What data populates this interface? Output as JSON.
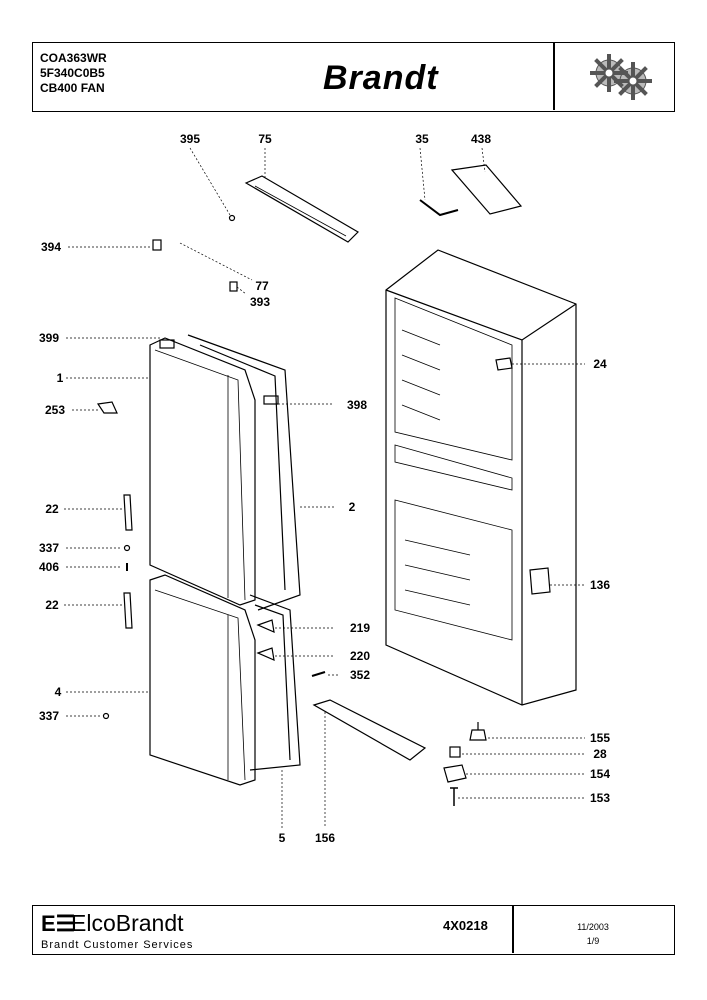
{
  "header": {
    "model_lines": [
      "COA363WR",
      "5F340C0B5",
      "CB400 FAN"
    ],
    "brand": "Brandt",
    "logo_icon": "gears-icon"
  },
  "footer": {
    "company_mark": "E☰",
    "company_name": "ElcoBrandt",
    "subtitle": "Brandt Customer Services",
    "reference": "4X0218",
    "date": "11/2003",
    "page": "1/9"
  },
  "callouts": [
    "395",
    "75",
    "35",
    "438",
    "394",
    "77",
    "393",
    "399",
    "1",
    "253",
    "398",
    "24",
    "22",
    "2",
    "337",
    "406",
    "22",
    "219",
    "136",
    "220",
    "352",
    "4",
    "337",
    "155",
    "28",
    "154",
    "153",
    "5",
    "156"
  ]
}
